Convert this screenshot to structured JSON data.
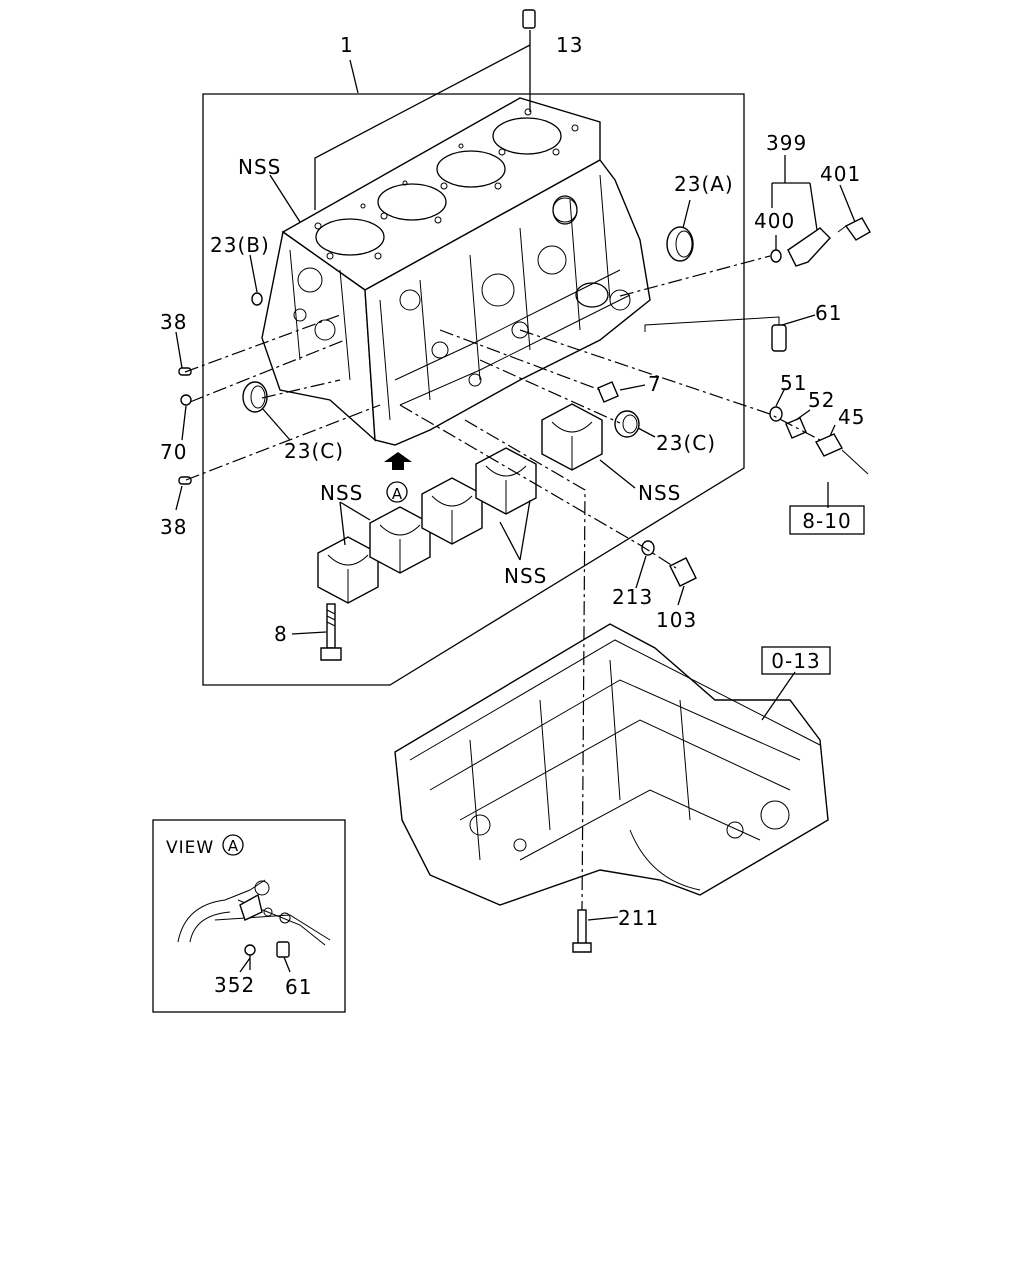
{
  "labels": {
    "p1": "1",
    "p13": "13",
    "nss_top": "NSS",
    "p23a": "23(A)",
    "p23b": "23(B)",
    "p399": "399",
    "p401": "401",
    "p400": "400",
    "p38_top": "38",
    "p61_main": "61",
    "p70": "70",
    "p7": "7",
    "p51": "51",
    "p52": "52",
    "p45": "45",
    "p23c_left": "23(C)",
    "p23c_right": "23(C)",
    "p38_bottom": "38",
    "nss_left": "NSS",
    "view_a_marker": "A",
    "nss_right": "NSS",
    "nss_bottom": "NSS",
    "ref_8_10": "8-10",
    "p213": "213",
    "p103": "103",
    "p8": "8",
    "ref_0_13": "0-13",
    "view_title": "VIEW",
    "view_circle": "A",
    "p352": "352",
    "p61_view": "61",
    "p211": "211"
  },
  "colors": {
    "line": "#000000",
    "background": "#ffffff"
  }
}
